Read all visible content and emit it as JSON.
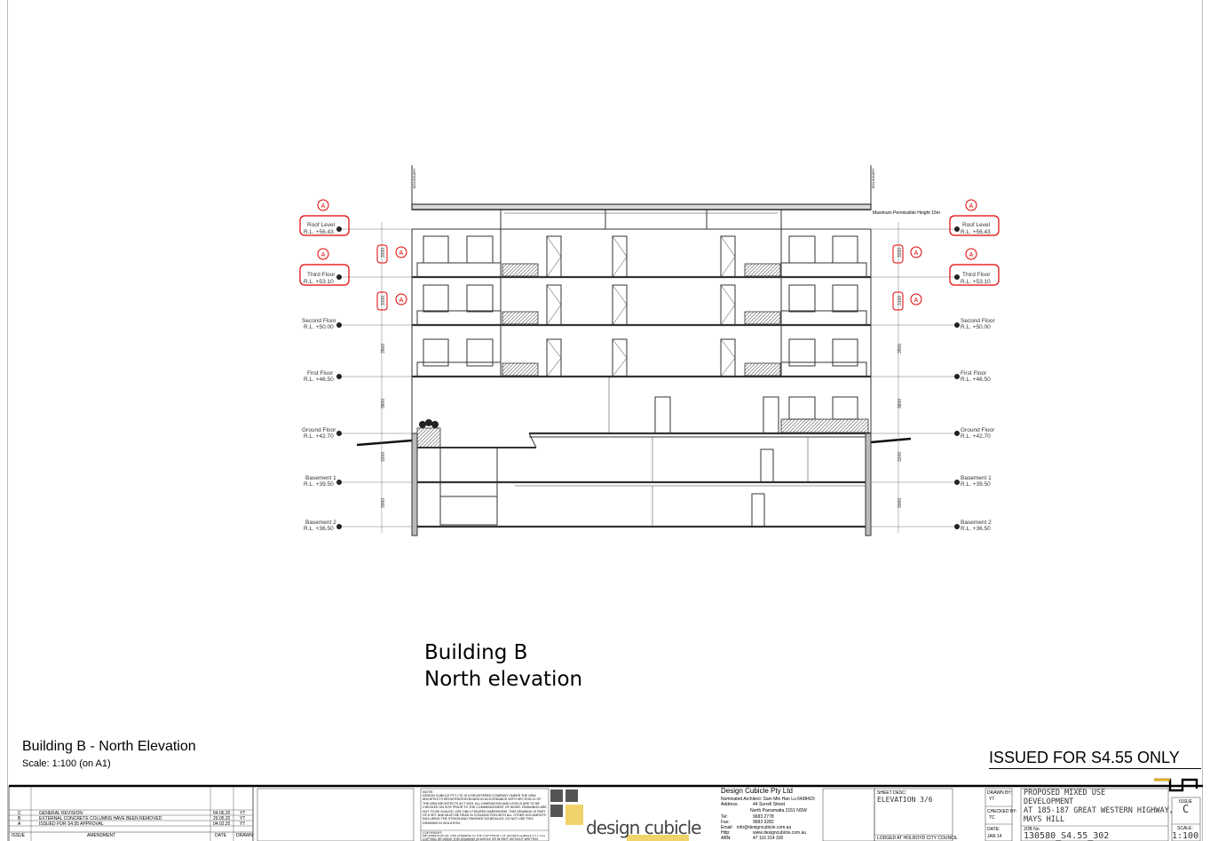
{
  "drawing": {
    "caption_line1": "Building B",
    "caption_line2": "North elevation",
    "boundary_label": "BOUNDARY",
    "max_height_label": "Maximum Permissible Height 15m",
    "revision_tag": "A",
    "levels_left": [
      {
        "name": "Roof Level",
        "rl": "R.L. +56.43",
        "revised": true
      },
      {
        "name": "Third Floor",
        "rl": "R.L. +53.10",
        "revised": true
      },
      {
        "name": "Second Floor",
        "rl": "R.L. +50.00",
        "revised": false
      },
      {
        "name": "First Floor",
        "rl": "R.L. +46.50",
        "revised": false
      },
      {
        "name": "Ground Floor",
        "rl": "R.L. +42.70",
        "revised": false
      },
      {
        "name": "Basement 1",
        "rl": "R.L. +39.50",
        "revised": false
      },
      {
        "name": "Basement 2",
        "rl": "R.L. +36.50",
        "revised": false
      }
    ],
    "levels_right": [
      {
        "name": "Roof Level",
        "rl": "R.L. +56.43",
        "revised": true
      },
      {
        "name": "Third Floor",
        "rl": "R.L. +53.10",
        "revised": true
      },
      {
        "name": "Second Floor",
        "rl": "R.L. +50.00",
        "revised": false
      },
      {
        "name": "First Floor",
        "rl": "R.L. +46.50",
        "revised": false
      },
      {
        "name": "Ground Floor",
        "rl": "R.L. +42.70",
        "revised": false
      },
      {
        "name": "Basement 1",
        "rl": "R.L. +39.50",
        "revised": false
      },
      {
        "name": "Basement 2",
        "rl": "R.L. +36.50",
        "revised": false
      }
    ],
    "dimensions": [
      "3330",
      "3100",
      "3500",
      "3800",
      "3200",
      "3000"
    ]
  },
  "sheet": {
    "title": "Building B - North Elevation",
    "scale": "Scale: 1:100 (on A1)",
    "issued_for": "ISSUED FOR S4.55 ONLY"
  },
  "title_block": {
    "amendments": [
      {
        "issue": "C",
        "text": "GENERAL REVISION",
        "date": "04.06.20",
        "by": "YT"
      },
      {
        "issue": "B",
        "text": "EXTERNAL CONCRETE COLUMNS HAVE BEEN REMOVED",
        "date": "29.05.20",
        "by": "YT"
      },
      {
        "issue": "A",
        "text": "ISSUED FOR S4.55 APPROVAL",
        "date": "04.02.20",
        "by": "YT"
      }
    ],
    "amendment_headers": {
      "issue": "ISSUE",
      "amendment": "AMENDMENT",
      "date": "DATE",
      "drawn": "DRAWN"
    },
    "note_heading": "NOTE:",
    "note_text": "DESIGN CUBICLE PTY LTD IS A REGISTERED COMPANY UNDER THE NSW ARCHITECTS REGISTRATION BOARD IN ACCORDANCE WITH SECTION 21 OF THE NSW ARCHITECTS ACT 2003. ALL DIMENSIONS AND LEVELS ARE TO BE CHECKED ON SITE PRIOR TO THE COMMENCEMENT OF WORK. DRAWINGS ARE NOT TO BE SCALED. USE ONLY FIGURED DIMENSIONS. THIS DRAWING IS PART OF A SET AND MUST BE READ IN CONJUNCTION WITH ALL OTHER DOCUMENTS INCLUDING THE STRATA AND FINISHES SCHEDULES. DO NOT USE THIS DRAWING IN ISOLATION.",
    "copyright_heading": "COPYRIGHT:",
    "copyright_text": "INFORMATION ON THIS DRAWING IS THE COPYRIGHT OF DESIGN CUBICLE PTY LTD COPYING OR USING THIS DRAWING IN WHOLE OR IN PART WITHOUT WRITTEN PERMISSION INFRINGES COPYRIGHT.",
    "logo_text": "design cubicle",
    "firm": {
      "name": "Design Cubicle Pty Ltd",
      "architect": "Nominated Architect: Sam Min Han Lu 6498420",
      "address_label": "Address:",
      "address1": "44 Sorrell Street",
      "address2": "North Parramatta 2151 NSW",
      "tel_label": "Tel:",
      "tel": "9683 2778",
      "fax_label": "Fax:",
      "fax": "9683 3282",
      "email_label": "Email:",
      "email": "info@designcubicle.com.au",
      "http_label": "Http:",
      "http": "www.designcubicle.com.au",
      "abn_label": "ABN:",
      "abn": "47 116 314 330"
    },
    "sheet_desc_label": "SHEET DESC:",
    "sheet_desc": "ELEVATION 3/6",
    "lodged": "LODGED AT HOLROYD CITY COUNCIL",
    "drawn_by_label": "DRAWN BY:",
    "drawn_by": "YT",
    "checked_by_label": "CHECKED BY:",
    "checked_by": "TC",
    "date_label": "DATE:",
    "date": "JAN 14",
    "project_line1": "PROPOSED MIXED USE",
    "project_line2": "DEVELOPMENT",
    "project_line3": "AT 185-187 GREAT WESTERN HIGHWAY,",
    "project_line4": "MAYS HILL",
    "job_no_label": "JOB No.",
    "job_no": "130580_S4.55_302",
    "issue_label": "ISSUE",
    "issue": "C",
    "scale_label": "SCALE:",
    "scale": "1:100"
  },
  "colors": {
    "revision_red": "#e00000",
    "line": "#333333",
    "hatch": "#555555"
  }
}
